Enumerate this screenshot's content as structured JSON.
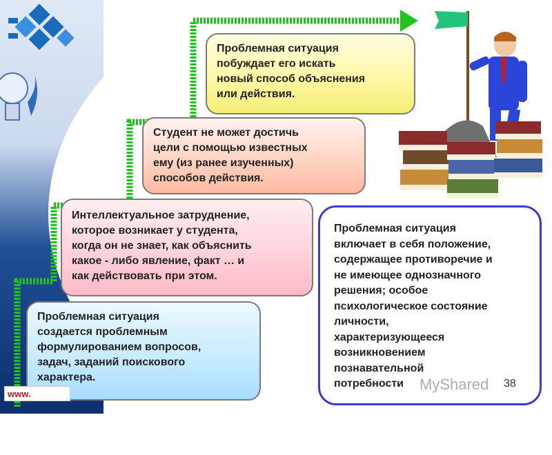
{
  "brand": {
    "url_text": "www."
  },
  "cards": [
    {
      "text": "Проблемная ситуация\nпобуждает его искать\nновый способ объяснения\nили действия."
    },
    {
      "text": "Студент  не может достичь\nцели   с помощью известных\nему (из ранее изученных)\nспособов действия."
    },
    {
      "text": "Интеллектуальное затруднение,\nкоторое возникает у студента,\nкогда он не знает, как объяснить\nкакое - либо явление, факт … и\nкак действовать при этом."
    },
    {
      "text": "Проблемная ситуация\nсоздается проблемным\nформулированием вопросов,\nзадач, заданий поискового\nхарактера."
    }
  ],
  "definition": {
    "text": "Проблемная ситуация\nвключает в себя положение,\nсодержащее противоречие и\nне имеющее однозначного\nрешения;   особое\nпсихологическое состояние\nличности,\nхарактеризующееся\nвозникновением\nпознавательной\nпотребности"
  },
  "watermark_text": "MyShared",
  "page_number": "38",
  "colors": {
    "stairs": "#21c21c",
    "flag": "#20c47a",
    "definition_border": "#3b3bd3"
  }
}
